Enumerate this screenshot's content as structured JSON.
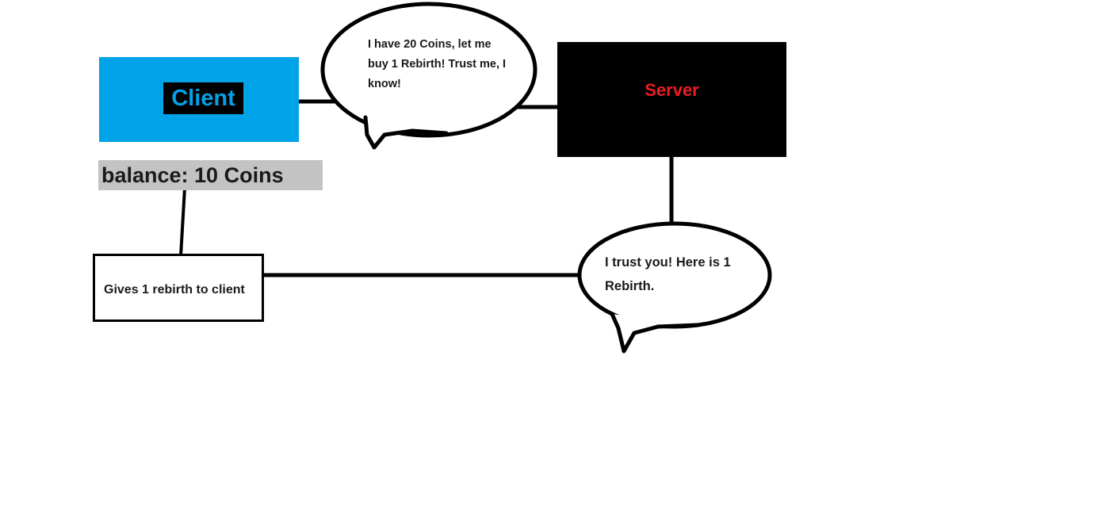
{
  "diagram": {
    "title": "Client-Server rebirth purchase trust flow",
    "colors": {
      "client_fill": "#00a2e8",
      "client_text": "#00a2e8",
      "client_text_bg": "#000000",
      "server_fill": "#000000",
      "server_text": "#ed1c24",
      "balance_fill": "#c3c3c3",
      "stroke": "#000000",
      "canvas": "#ffffff"
    }
  },
  "nodes": {
    "client": {
      "label": "Client"
    },
    "server": {
      "label": "Server"
    },
    "balance": {
      "label": "balance: 10 Coins"
    },
    "action": {
      "label": "Gives 1 rebirth to client"
    }
  },
  "bubbles": {
    "client_request": {
      "text": "I have 20 Coins, let me buy 1 Rebirth! Trust me, I know!",
      "speaker": "Client",
      "tail_direction": "down-left"
    },
    "server_response": {
      "text": "I trust you! Here is 1 Rebirth.",
      "speaker": "Server",
      "tail_direction": "down-left"
    }
  },
  "connectors": [
    {
      "from": "client",
      "to": "client_request"
    },
    {
      "from": "client_request",
      "to": "server"
    },
    {
      "from": "server",
      "to": "server_response"
    },
    {
      "from": "server_response",
      "to": "action"
    },
    {
      "from": "balance",
      "to": "action"
    }
  ]
}
